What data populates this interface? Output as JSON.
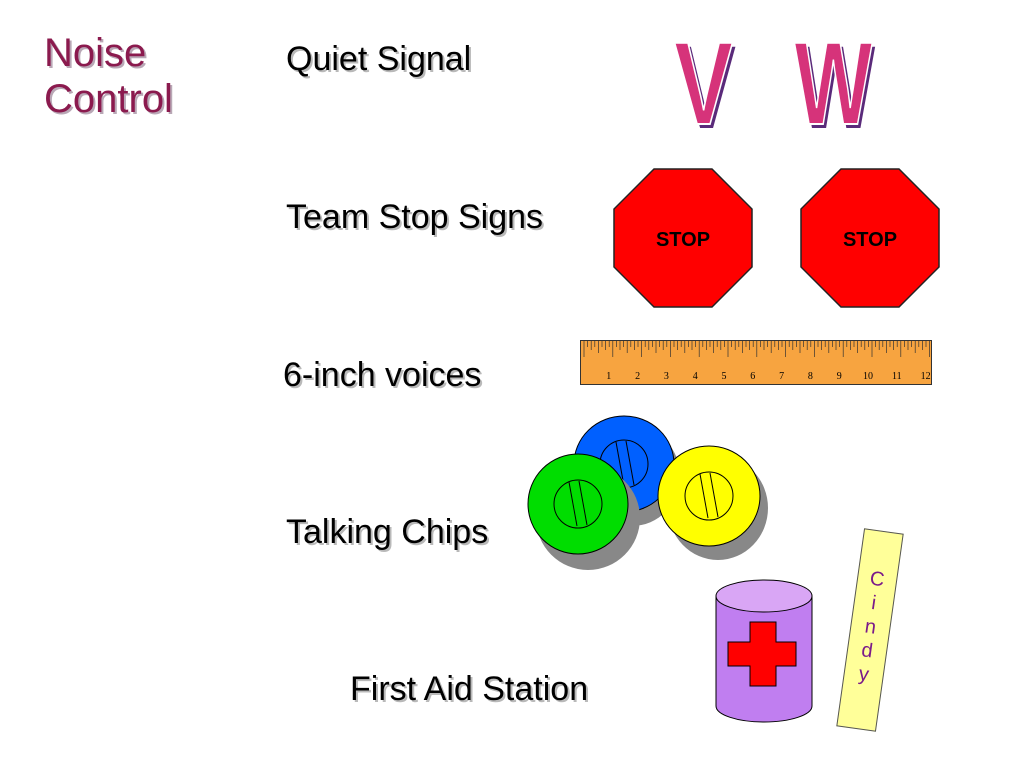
{
  "title": {
    "line1": "Noise",
    "line2": "Control"
  },
  "items": {
    "quiet_signal": "Quiet Signal",
    "team_stop_signs": "Team Stop Signs",
    "six_inch_voices": "6-inch voices",
    "talking_chips": "Talking Chips",
    "first_aid_station": "First Aid Station"
  },
  "quiet_signal_letters": [
    "V",
    "W"
  ],
  "stop_sign_text": "STOP",
  "ruler_numbers": [
    "1",
    "2",
    "3",
    "4",
    "5",
    "6",
    "7",
    "8",
    "9",
    "10",
    "11",
    "12"
  ],
  "name_card_letters": [
    "C",
    "i",
    "n",
    "d",
    "y"
  ],
  "colors": {
    "title": "#8b1a4e",
    "vw_fill": "#d6337a",
    "vw_shadow": "#5a2a7a",
    "stop_red": "#ff0000",
    "ruler": "#f7a440",
    "chip_blue": "#0060ff",
    "chip_green": "#00dd00",
    "chip_yellow": "#ffff00",
    "cylinder": "#c07ef0",
    "cross": "#ff0000",
    "name_card": "#ffff99"
  }
}
